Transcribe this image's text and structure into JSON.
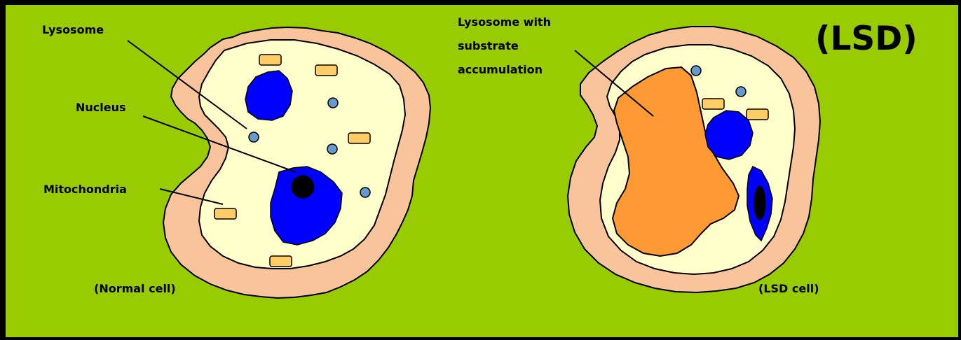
{
  "normal_cell": {
    "caption": "(Normal cell)",
    "labels": {
      "lysosome": "Lysosome",
      "nucleus": "Nucleus",
      "mitochondria": "Mitochondria"
    }
  },
  "lsd_cell": {
    "caption": "(LSD cell)",
    "label_lines": [
      "Lysosome with",
      "substrate",
      "accumulation"
    ]
  },
  "title": "(LSD)",
  "colors": {
    "background": "#99cc00",
    "border": "#000000",
    "cell_membrane": "#f9c39b",
    "cytoplasm": "#ffffcc",
    "nucleus": "#0000ff",
    "nucleolus": "#000000",
    "lysosome": "#6699cc",
    "mitochondria": "#ffcc66",
    "accumulated_lysosome": "#ff9933"
  }
}
